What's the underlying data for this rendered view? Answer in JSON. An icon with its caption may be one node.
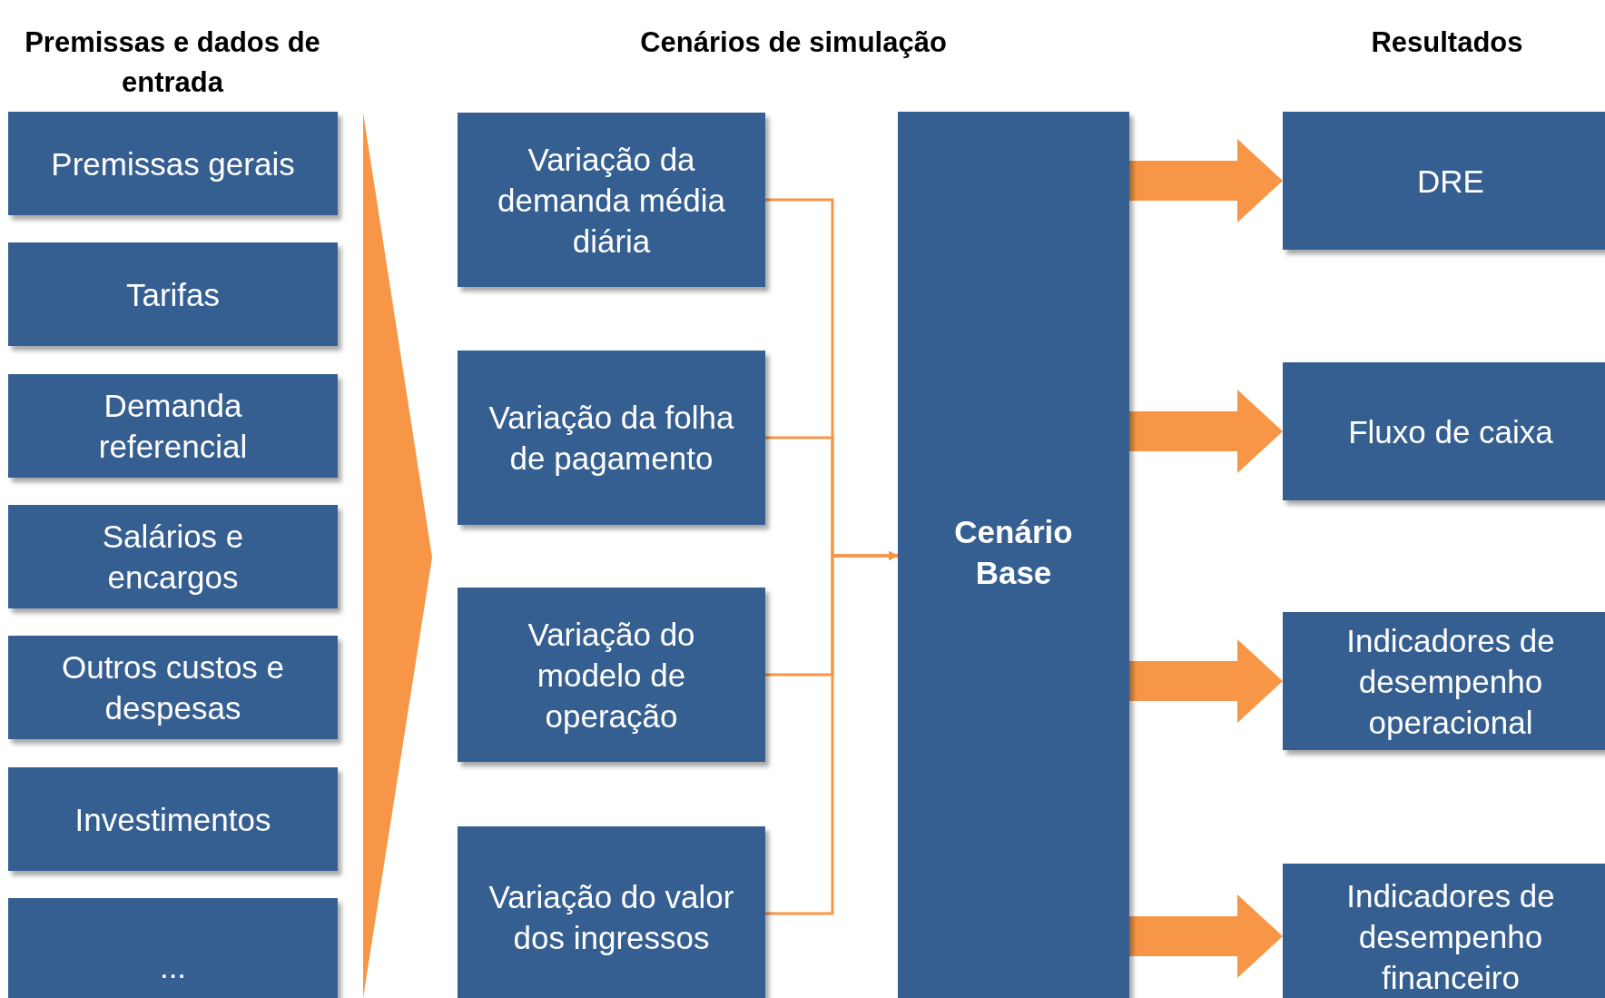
{
  "diagram": {
    "nodes": [
      {
        "text": [
          "Premissas gerais"
        ]
      },
      {
        "text": [
          "Tarifas"
        ]
      },
      {
        "text": [
          "Demanda referencial"
        ]
      },
      {
        "text": [
          "Salários e encargos"
        ]
      },
      {
        "text": [
          "Outros custos e despesas"
        ]
      },
      {
        "text": [
          "Investimentos"
        ]
      },
      {
        "text": [
          "..."
        ]
      },
      {
        "text": [
          "Variação da demanda média diária"
        ]
      },
      {
        "text": [
          "Variação da folha de pagamento"
        ]
      },
      {
        "text": [
          "Variação do modelo de operação"
        ]
      },
      {
        "text": [
          "Variação do valor dos ingressos"
        ]
      },
      {
        "text": [
          "Cenário Base"
        ]
      },
      {
        "text": [
          "DRE"
        ]
      },
      {
        "text": [
          "Fluxo de caixa"
        ]
      },
      {
        "text": [
          "Indicadores de desempenho operacional"
        ]
      },
      {
        "text": [
          "Indicadores de desempenho financeiro"
        ]
      }
    ],
    "edges": [
      {
        "from": 7,
        "to": 11,
        "arrow": "to"
      },
      {
        "from": 8,
        "to": 11,
        "arrow": "to"
      },
      {
        "from": 9,
        "to": 11,
        "arrow": "to"
      },
      {
        "from": 10,
        "to": 11,
        "arrow": "to"
      },
      {
        "from": 11,
        "to": 12,
        "arrow": "to",
        "style": "thick"
      },
      {
        "from": 11,
        "to": 13,
        "arrow": "to",
        "style": "thick"
      },
      {
        "from": 11,
        "to": 14,
        "arrow": "to",
        "style": "thick"
      },
      {
        "from": 11,
        "to": 15,
        "arrow": "to",
        "style": "thick"
      }
    ],
    "labels": [
      "Premissas e dados de entrada",
      "Cenários de simulação",
      "Resultados"
    ]
  }
}
